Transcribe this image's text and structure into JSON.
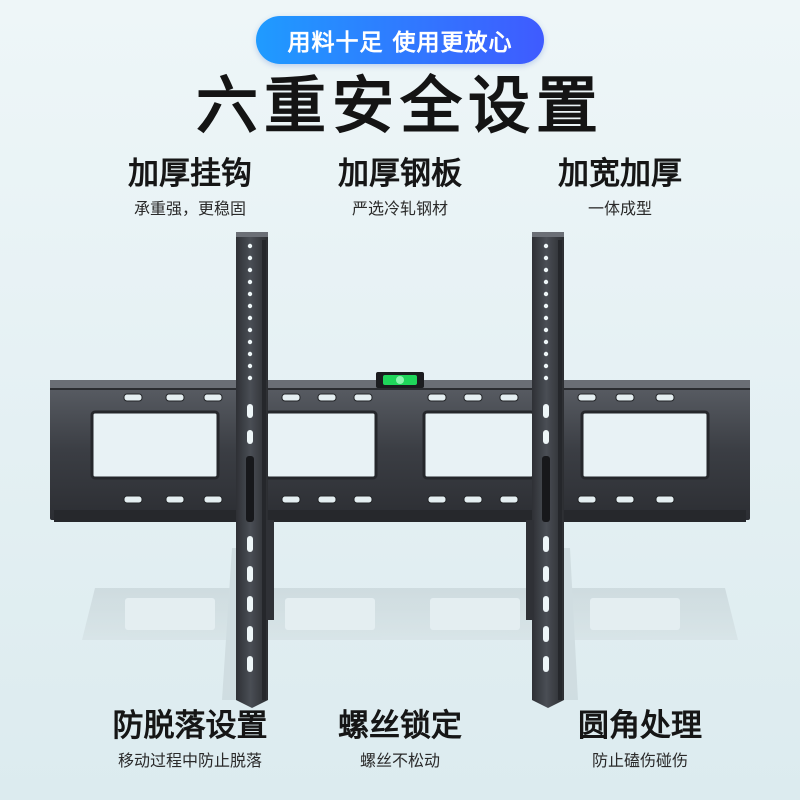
{
  "badge": {
    "text": "用料十足 使用更放心"
  },
  "title": "六重安全设置",
  "features": [
    {
      "title": "加厚挂钩",
      "subtitle": "承重强，更稳固"
    },
    {
      "title": "加厚钢板",
      "subtitle": "严选冷轧钢材"
    },
    {
      "title": "加宽加厚",
      "subtitle": "一体成型"
    },
    {
      "title": "防脱落设置",
      "subtitle": "移动过程中防止脱落"
    },
    {
      "title": "螺丝锁定",
      "subtitle": "螺丝不松动"
    },
    {
      "title": "圆角处理",
      "subtitle": "防止磕伤碰伤"
    }
  ],
  "colors": {
    "badge_start": "#1f9bff",
    "badge_end": "#3f5bff",
    "steel": "#3a3d42",
    "level_green": "#1fd65a"
  },
  "icons": [
    "tv-wall-mount-bracket",
    "bubble-level-icon"
  ]
}
